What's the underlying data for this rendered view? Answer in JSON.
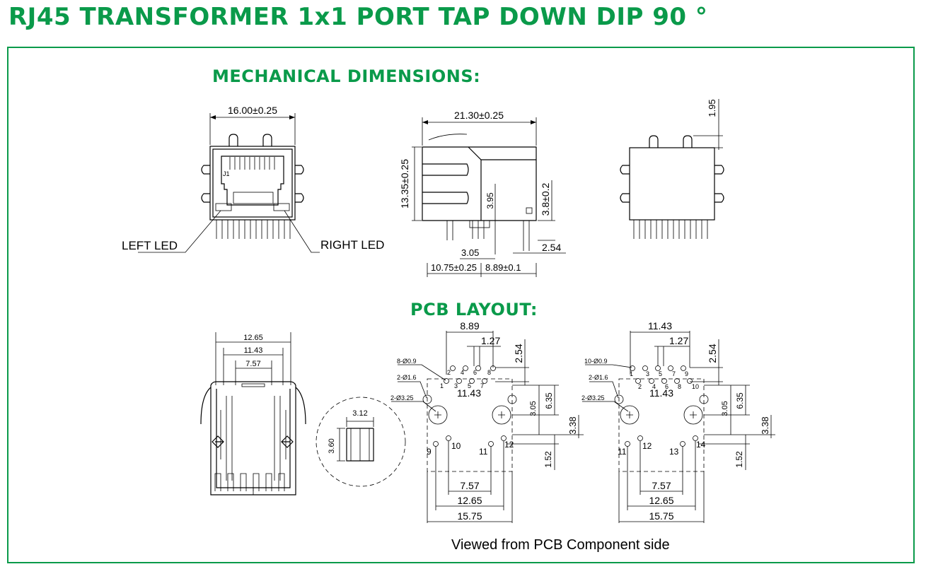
{
  "title": "RJ45 TRANSFORMER 1x1 PORT TAP DOWN DIP 90 °",
  "sections": {
    "mechanical": "MECHANICAL DIMENSIONS:",
    "pcb": "PCB LAYOUT:"
  },
  "front_view": {
    "width_dim": "16.00±0.25",
    "jack_label": "J1",
    "left_led": "LEFT LED",
    "right_led": "RIGHT LED"
  },
  "side_view": {
    "length_dim": "21.30±0.25",
    "height_dim": "13.35±0.25",
    "dim_395": "3.95",
    "dim_38": "3.8±0.2",
    "dim_305": "3.05",
    "dim_254": "2.54",
    "dim_1075": "10.75±0.25",
    "dim_889": "8.89±0.1"
  },
  "rear_view": {
    "dim_195": "1.95"
  },
  "bottom_view": {
    "dim_1265": "12.65",
    "dim_1143": "11.43",
    "dim_757": "7.57"
  },
  "detail_view": {
    "dim_312": "3.12",
    "dim_360": "3.60"
  },
  "pcb_a": {
    "top_dim": "8.89",
    "pitch_dim": "1.27",
    "row_dim": "2.54",
    "pin_hole": "8-Ø0.9",
    "led_hole": "2-Ø1.6",
    "mount_hole": "2-Ø3.25",
    "mid_dim": "11.43",
    "dim_305": "3.05",
    "dim_635": "6.35",
    "dim_338": "3.38",
    "dim_152": "1.52",
    "dim_757": "7.57",
    "dim_1265": "12.65",
    "dim_1575": "15.75",
    "pins": [
      "1",
      "2",
      "3",
      "4",
      "5",
      "6",
      "7",
      "8"
    ],
    "led_pins": [
      "9",
      "10",
      "11",
      "12"
    ]
  },
  "pcb_b": {
    "top_dim": "11.43",
    "pitch_dim": "1.27",
    "row_dim": "2.54",
    "pin_hole": "10-Ø0.9",
    "led_hole": "2-Ø1.6",
    "mount_hole": "2-Ø3.25",
    "mid_dim": "11.43",
    "dim_305": "3.05",
    "dim_635": "6.35",
    "dim_338": "3.38",
    "dim_152": "1.52",
    "dim_757": "7.57",
    "dim_1265": "12.65",
    "dim_1575": "15.75",
    "pins": [
      "1",
      "2",
      "3",
      "4",
      "5",
      "6",
      "7",
      "8",
      "9",
      "10"
    ],
    "led_pins": [
      "11",
      "12",
      "13",
      "14"
    ]
  },
  "caption": "Viewed from PCB Component side",
  "colors": {
    "accent": "#0a9a4a",
    "ink": "#000000"
  }
}
